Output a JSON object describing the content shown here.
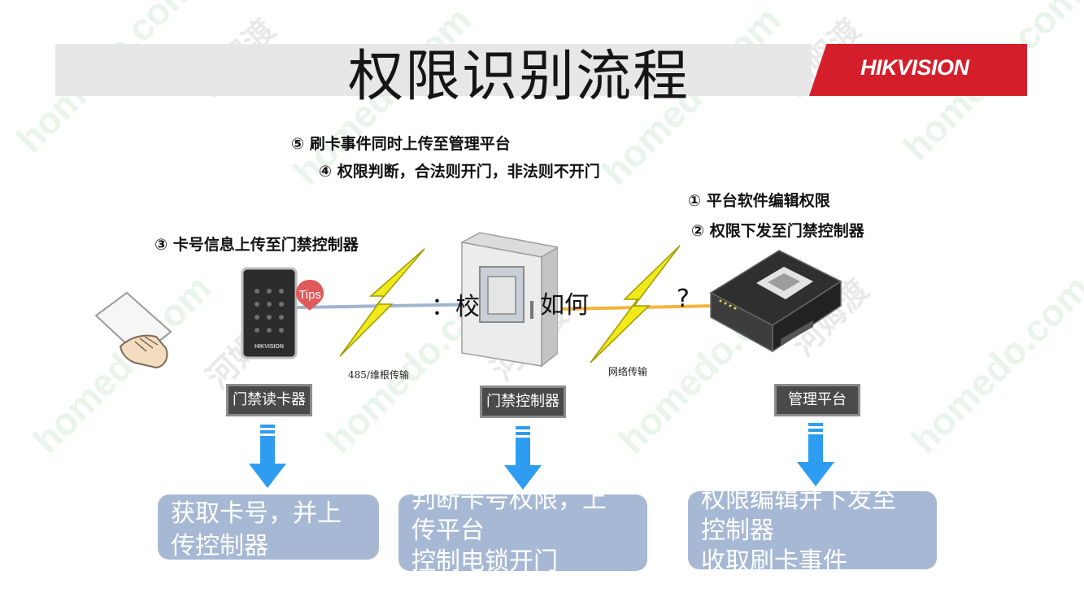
{
  "header": {
    "title": "权限识别流程",
    "logo_text": "HIKVISION"
  },
  "steps": {
    "s5": "⑤ 刷卡事件同时上传至管理平台",
    "s4": "④ 权限判断，合法则开门，非法则不开门",
    "s1": "① 平台软件编辑权限",
    "s2": "② 权限下发至门禁控制器",
    "s3": "③ 卡号信息上传至门禁控制器"
  },
  "links": {
    "rs485": "485/维根传输",
    "network": "网络传输",
    "tips": "Tips",
    "overlay_a": "：校",
    "overlay_b": "如何",
    "overlay_c": "?"
  },
  "devices": {
    "reader": "门禁读卡器",
    "controller": "门禁控制器",
    "platform": "管理平台",
    "reader_brand": "HIKVISION"
  },
  "results": {
    "reader": [
      "获取卡号，并上",
      "传控制器"
    ],
    "controller": [
      "判断卡号权限，上",
      "传平台",
      "控制电锁开门"
    ],
    "platform": [
      "权限编辑并下发至",
      "控制器",
      "收取刷卡事件"
    ]
  },
  "watermark": {
    "site": "homedo.com",
    "brand": "河姆渡"
  },
  "colors": {
    "logo_red": "#d41f2b",
    "arrow_blue": "#2e9cf0",
    "result_box": "#a6b8d4",
    "bolt_yellow": "#f2e91a",
    "link_orange": "#f3b43a",
    "link_blue": "#9fb4cf"
  }
}
